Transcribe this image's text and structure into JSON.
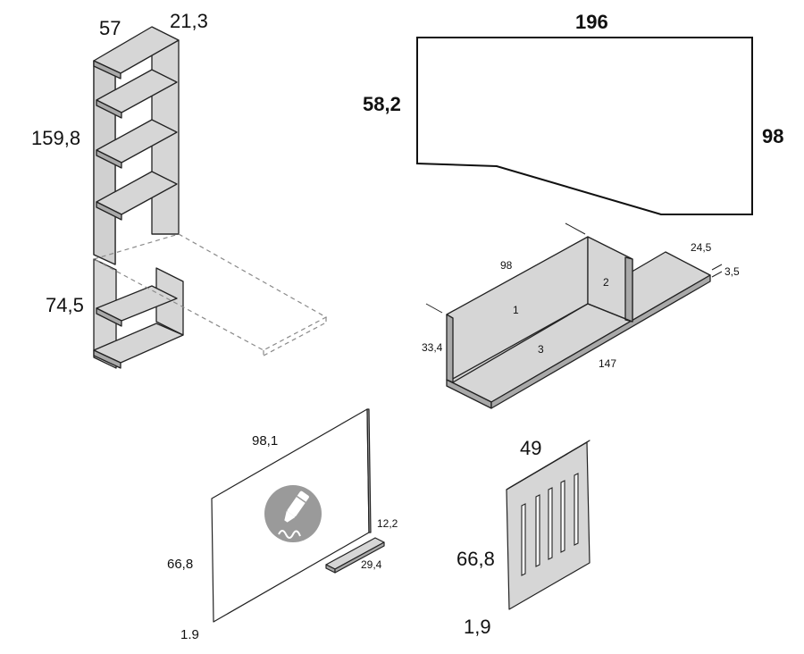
{
  "colors": {
    "panel_fill": "#d6d6d6",
    "edge_fill": "#a9a9a9",
    "outline": "#222222",
    "dashed": "#8a8a8a",
    "pen_circle": "#9a9a9a"
  },
  "bookcase": {
    "width": "57",
    "depth": "21,3",
    "height": "159,8",
    "desk_height": "74,5"
  },
  "desktop_top_view": {
    "width": "196",
    "left_depth": "58,2",
    "right_depth": "98"
  },
  "shelf_unit": {
    "length": "98",
    "right_panel_depth": "24,5",
    "thickness": "3,5",
    "left_height": "33,4",
    "bottom_length": "147",
    "panel_1": "1",
    "panel_2": "2",
    "panel_3": "3"
  },
  "whiteboard": {
    "width": "98,1",
    "height": "66,8",
    "thickness": "1.9",
    "tray_depth": "12,2",
    "tray_length": "29,4",
    "icon": "marker-pen-icon"
  },
  "slotted_panel": {
    "width": "49",
    "height": "66,8",
    "thickness": "1,9"
  }
}
